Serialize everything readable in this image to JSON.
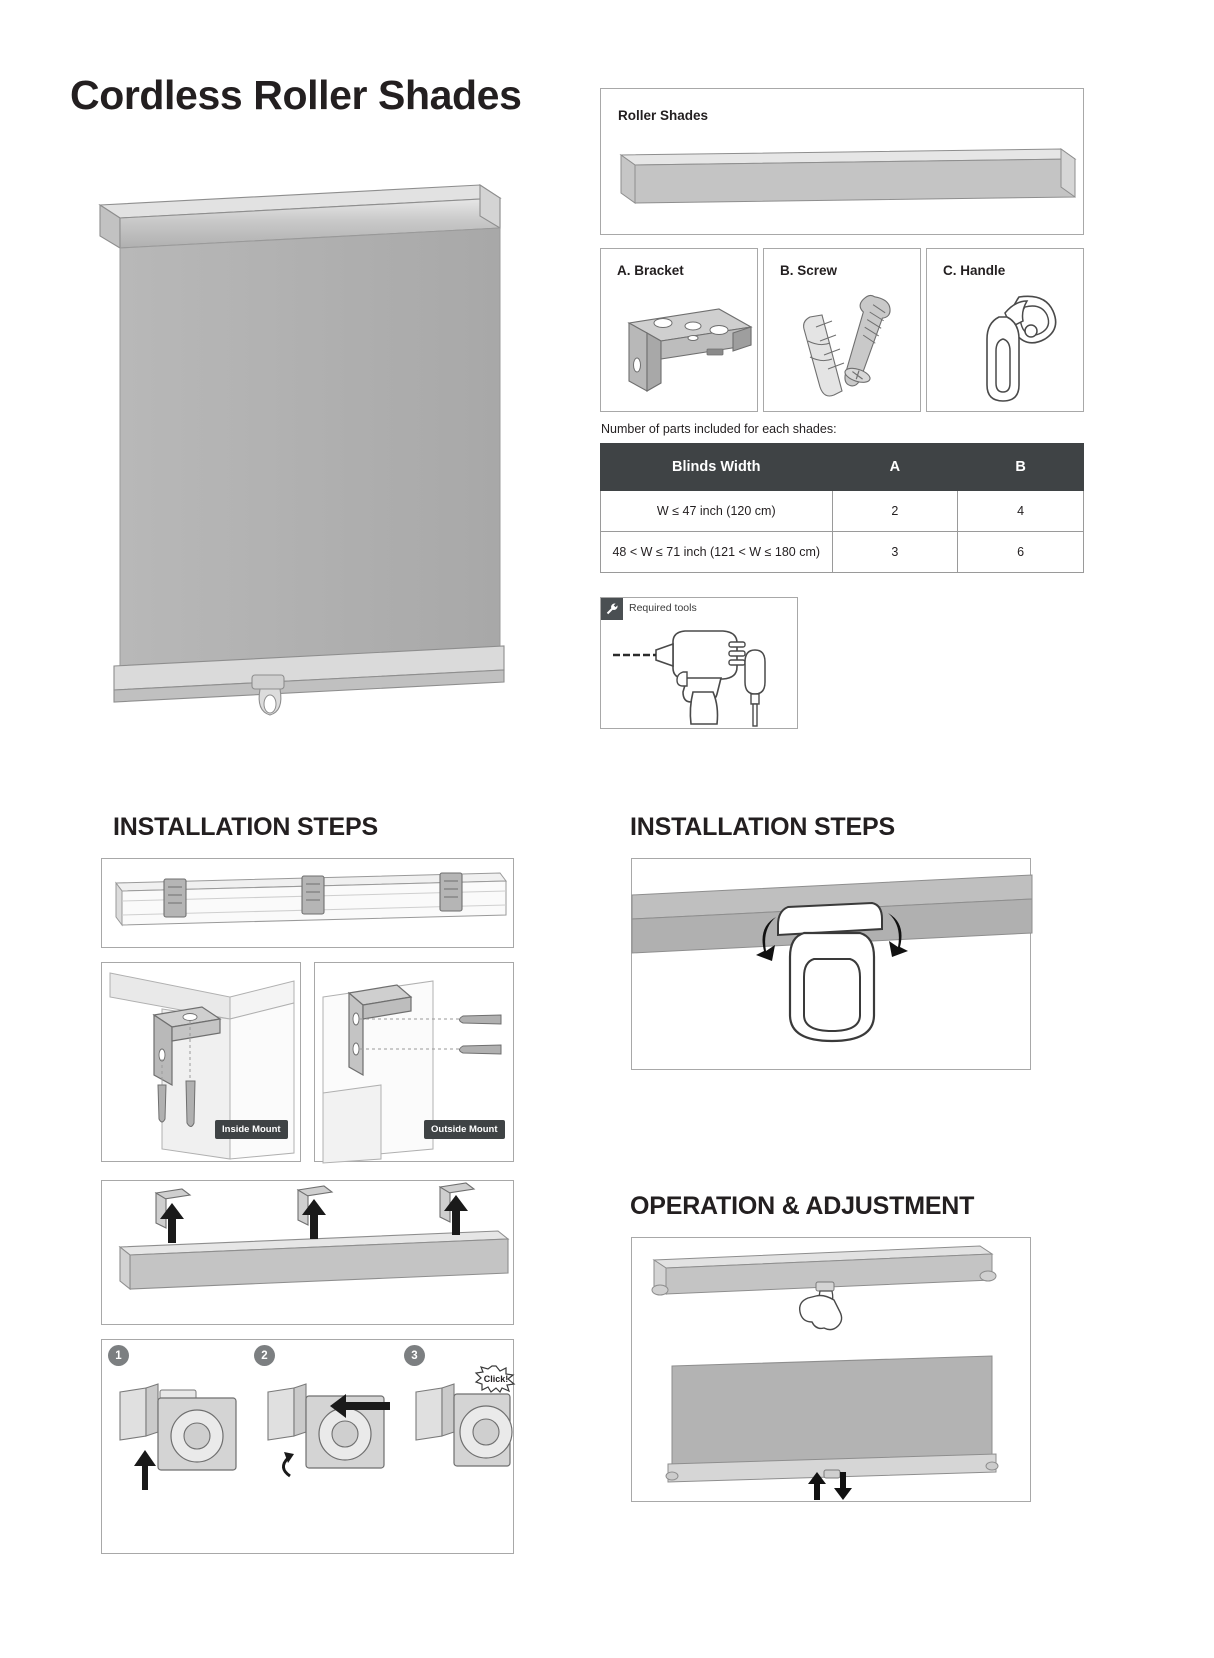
{
  "page": {
    "title": "Cordless Roller Shades"
  },
  "product_box": {
    "label": "Roller Shades"
  },
  "parts": [
    {
      "label": "A. Bracket",
      "icon": "bracket-icon"
    },
    {
      "label": "B. Screw",
      "icon": "screw-icon"
    },
    {
      "label": "C. Handle",
      "icon": "handle-icon"
    }
  ],
  "parts_table": {
    "caption": "Number of parts included for each shades:",
    "headers": [
      "Blinds Width",
      "A",
      "B"
    ],
    "rows": [
      [
        "W ≤ 47 inch (120 cm)",
        "2",
        "4"
      ],
      [
        "48 < W ≤ 71 inch (121 < W ≤ 180 cm)",
        "3",
        "6"
      ]
    ]
  },
  "tools": {
    "caption": "Required tools",
    "icon": "wrench-icon",
    "items": [
      "drill-icon",
      "screwdriver-icon"
    ]
  },
  "sections": {
    "installation_left": "INSTALLATION STEPS",
    "installation_right": "INSTALLATION STEPS",
    "operation": "OPERATION & ADJUSTMENT"
  },
  "mount_badges": {
    "inside": "Inside Mount",
    "outside": "Outside Mount"
  },
  "steps": {
    "numbers": [
      "1",
      "2",
      "3"
    ],
    "click_label": "Click!"
  },
  "colors": {
    "ink": "#231f20",
    "table_header_bg": "#3f4345",
    "badge_bg": "#3f4345",
    "step_circle": "#7c7f81",
    "line": "#a8a8a8",
    "shade_fabric": "#b3b3b3",
    "metal_light": "#d9d9d9",
    "metal_mid": "#bdbdbd",
    "metal_dark": "#8e8e8e"
  }
}
